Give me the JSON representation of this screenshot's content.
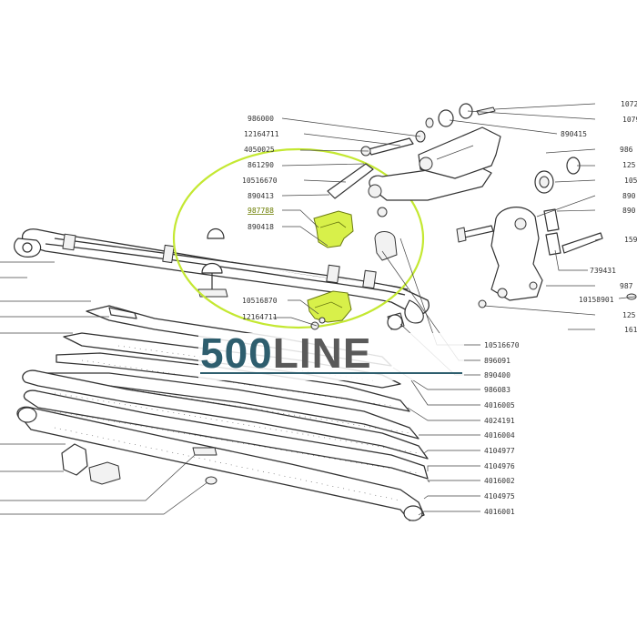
{
  "logo": {
    "part1": "500",
    "part2": "LINE",
    "color1": "#2e5e6e",
    "color2": "#5a5a5a"
  },
  "highlight": {
    "part_number": "987788",
    "color": "#d8f04a",
    "ring_color": "#c4e832"
  },
  "labels": {
    "l986000": "986000",
    "l12164711a": "12164711",
    "l4050025": "4050025",
    "l861290": "861290",
    "l10516670a": "10516670",
    "l890413": "890413",
    "l987788": "987788",
    "l890418": "890418",
    "l10516870": "10516870",
    "l12164711b": "12164711",
    "r1072": "1072",
    "r1079": "1079",
    "r890415": "890415",
    "r986": "986",
    "r125a": "125",
    "r105": "105",
    "r890a": "890",
    "r890b": "890",
    "r159": "159",
    "r739431": "739431",
    "r987": "987",
    "r10158901": "10158901",
    "r125b": "125",
    "r161": "161",
    "b10516670": "10516670",
    "b896091": "896091",
    "b890400": "890400",
    "b986083": "986083",
    "b4016005": "4016005",
    "b4024191": "4024191",
    "b4016004": "4016004",
    "b4104977": "4104977",
    "b4104976": "4104976",
    "b4016002": "4016002",
    "b4104975": "4104975",
    "b4016001": "4016001"
  }
}
